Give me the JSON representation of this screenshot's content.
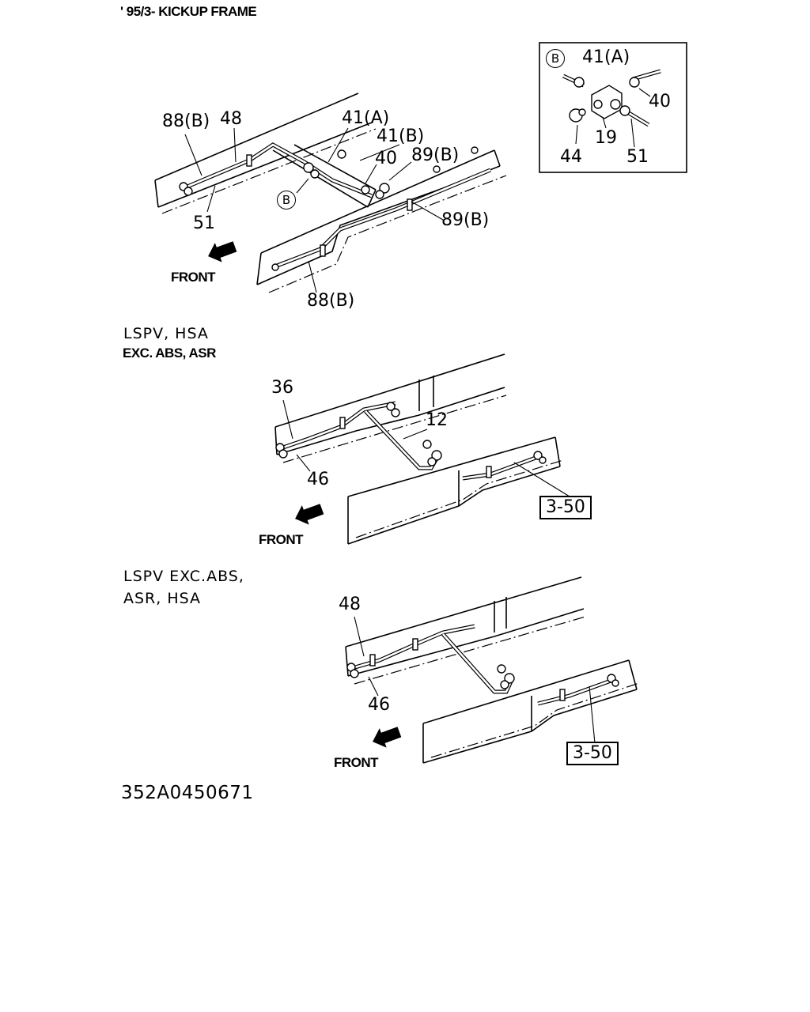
{
  "sections": {
    "top": {
      "title": "' 95/3- KICKUP FRAME",
      "front_label": "FRONT",
      "callouts": {
        "c88b_a": "88(B)",
        "c48": "48",
        "c41a": "41(A)",
        "c41b": "41(B)",
        "c40": "40",
        "c89b_a": "89(B)",
        "c89b_b": "89(B)",
        "c51": "51",
        "c88b_b": "88(B)",
        "detail_ref": "B"
      },
      "detail": {
        "ref": "B",
        "c41a": "41(A)",
        "c40": "40",
        "c44": "44",
        "c19": "19",
        "c51": "51"
      }
    },
    "middle": {
      "title_line1": "LSPV, HSA",
      "title_line2": "EXC. ABS, ASR",
      "front_label": "FRONT",
      "callouts": {
        "c36": "36",
        "c12": "12",
        "c46": "46",
        "ref": "3-50"
      }
    },
    "bottom": {
      "title_line1": "LSPV EXC.ABS,",
      "title_line2": "ASR, HSA",
      "front_label": "FRONT",
      "callouts": {
        "c48": "48",
        "c46": "46",
        "ref": "3-50"
      }
    }
  },
  "document_id": "352A0450671"
}
